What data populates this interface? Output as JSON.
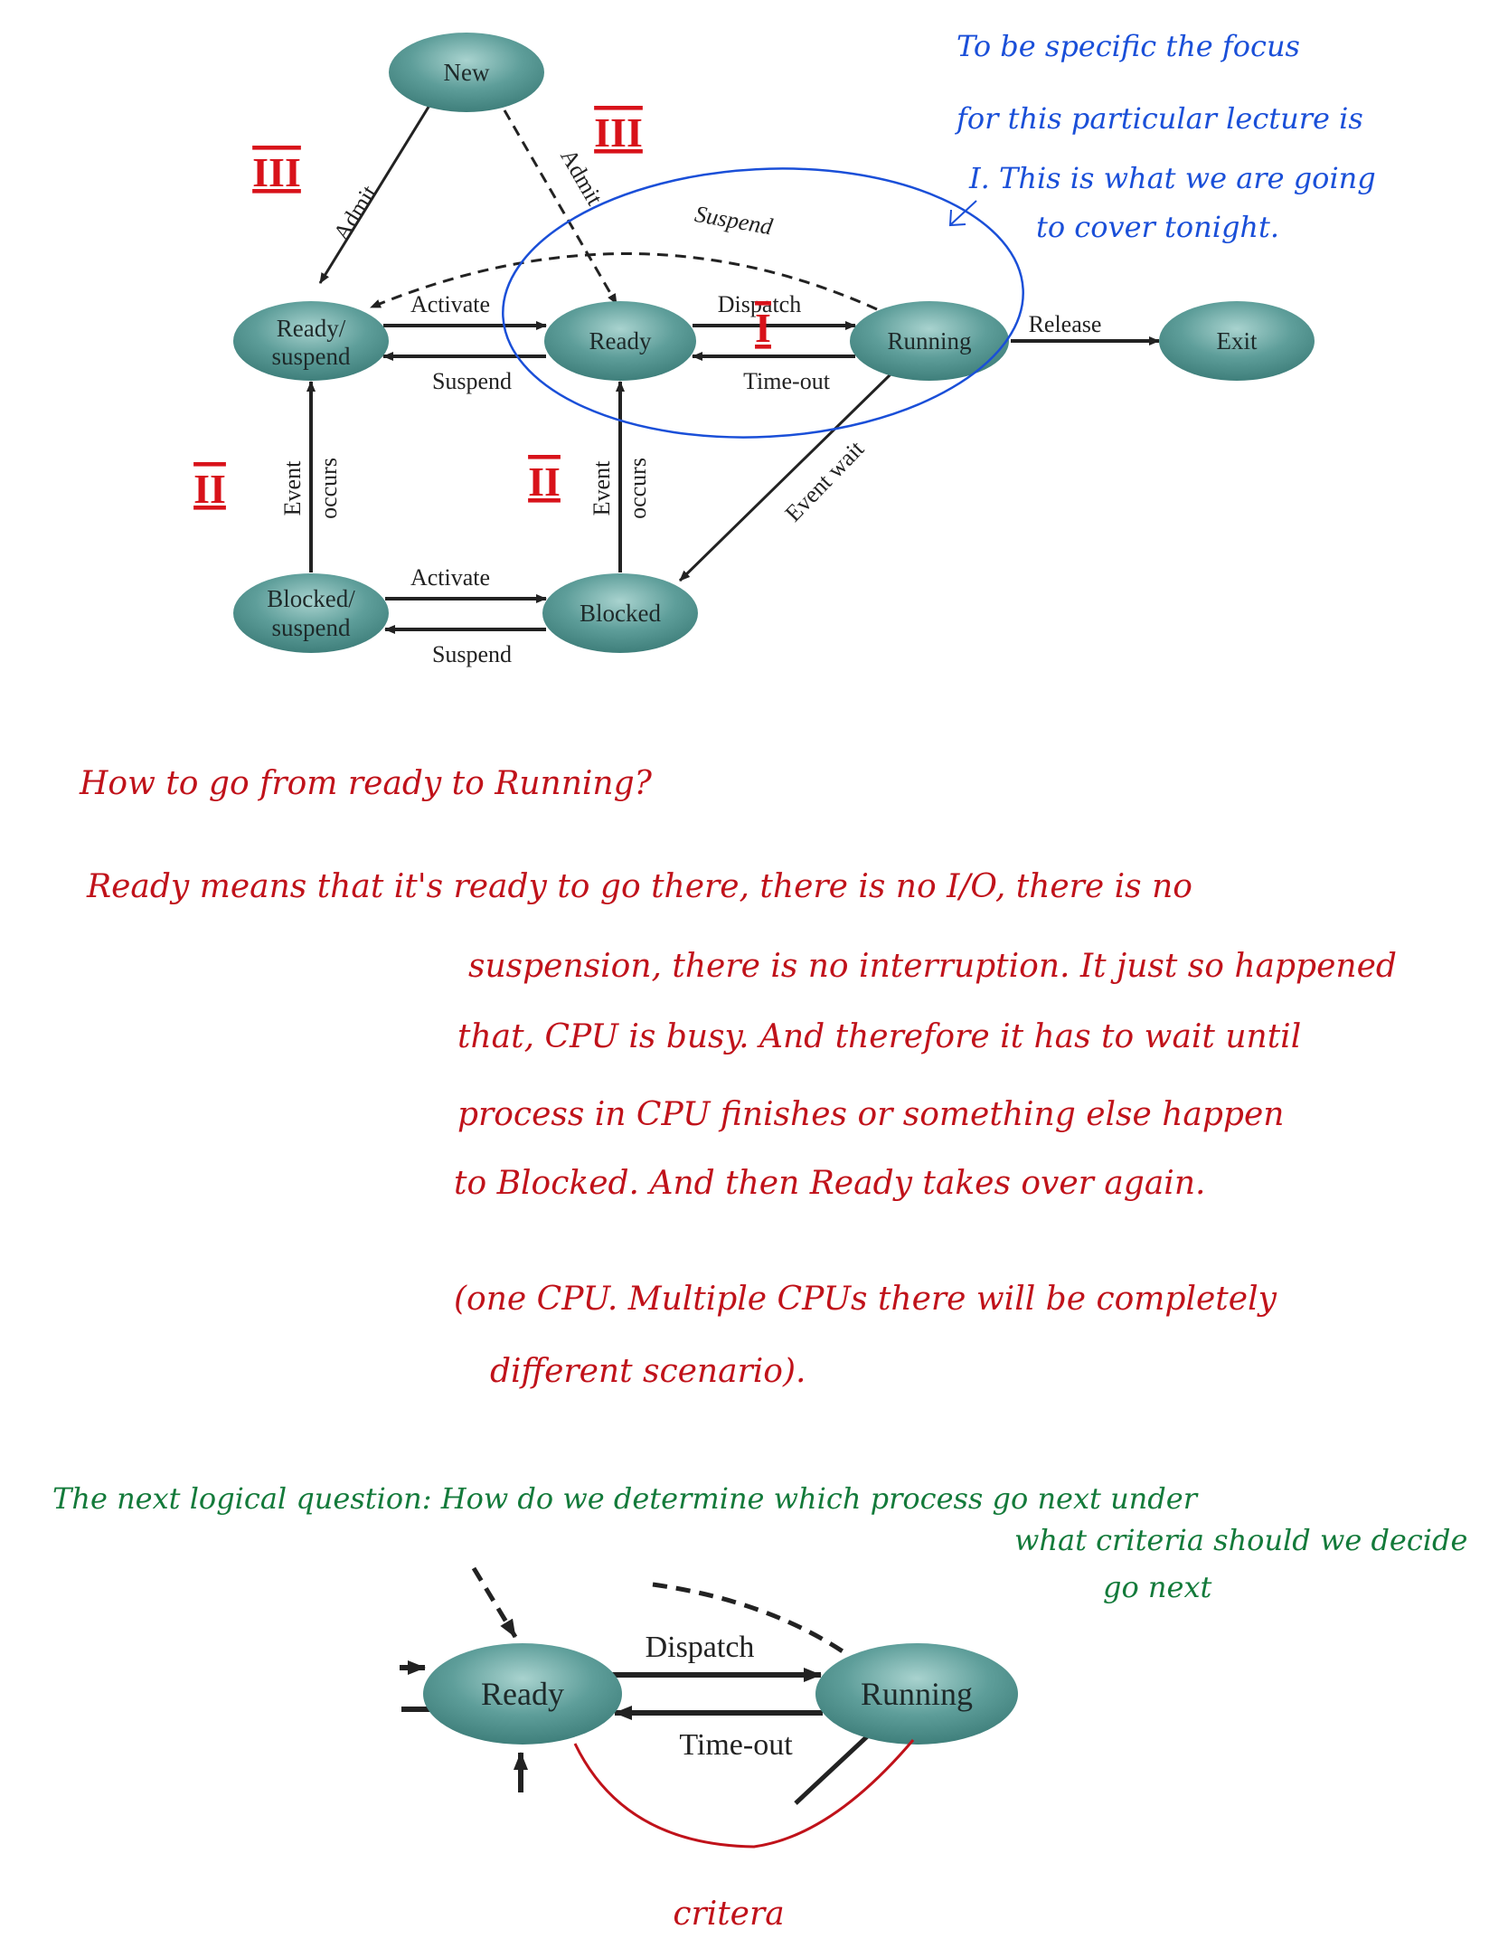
{
  "diagram": {
    "nodes": {
      "new": "New",
      "ready_suspend_1": "Ready/",
      "ready_suspend_2": "suspend",
      "ready": "Ready",
      "running": "Running",
      "exit": "Exit",
      "blocked_suspend_1": "Blocked/",
      "blocked_suspend_2": "suspend",
      "blocked": "Blocked"
    },
    "edges": {
      "admit_left": "Admit",
      "admit_right": "Admit",
      "suspend_top": "Suspend",
      "activate_top": "Activate",
      "suspend_mid": "Suspend",
      "dispatch": "Dispatch",
      "timeout": "Time-out",
      "release": "Release",
      "event_occurs_left_1": "Event",
      "event_occurs_left_2": "occurs",
      "event_occurs_right_1": "Event",
      "event_occurs_right_2": "occurs",
      "event_wait": "Event wait",
      "activate_bottom": "Activate",
      "suspend_bottom": "Suspend"
    },
    "colors": {
      "node_fill": "#4a908c",
      "node_highlight": "#a9d3cf",
      "annotation_red": "#d8121a",
      "annotation_blue": "#1a4fd8",
      "annotation_green": "#137a3a"
    }
  },
  "annotations": {
    "roman_top_left": "III",
    "roman_top_mid": "III",
    "roman_dispatch": "I",
    "roman_left_mid": "II",
    "roman_center_mid": "II",
    "blue_note": [
      "To be specific the focus",
      "for this particular lecture is",
      "I.   This is what we are going",
      "to cover tonight."
    ],
    "red_note": [
      "How  to  go  from  ready  to  Running?",
      "Ready means that it's ready to go there, there is no I/O, there is no",
      "suspension, there is no interruption. It just so happened",
      "that, CPU is busy. And therefore it has to wait until",
      "process in CPU finishes or something else happen",
      "to Blocked. And then Ready takes over again.",
      "(one CPU.  Multiple CPUs there will be completely",
      "different scenario)."
    ],
    "green_note": [
      "The next logical question: How do we determine which process go next under",
      "what criteria should we decide",
      "go next"
    ],
    "critera": "critera"
  },
  "zoom_diagram": {
    "ready": "Ready",
    "running": "Running",
    "dispatch": "Dispatch",
    "timeout": "Time-out"
  }
}
